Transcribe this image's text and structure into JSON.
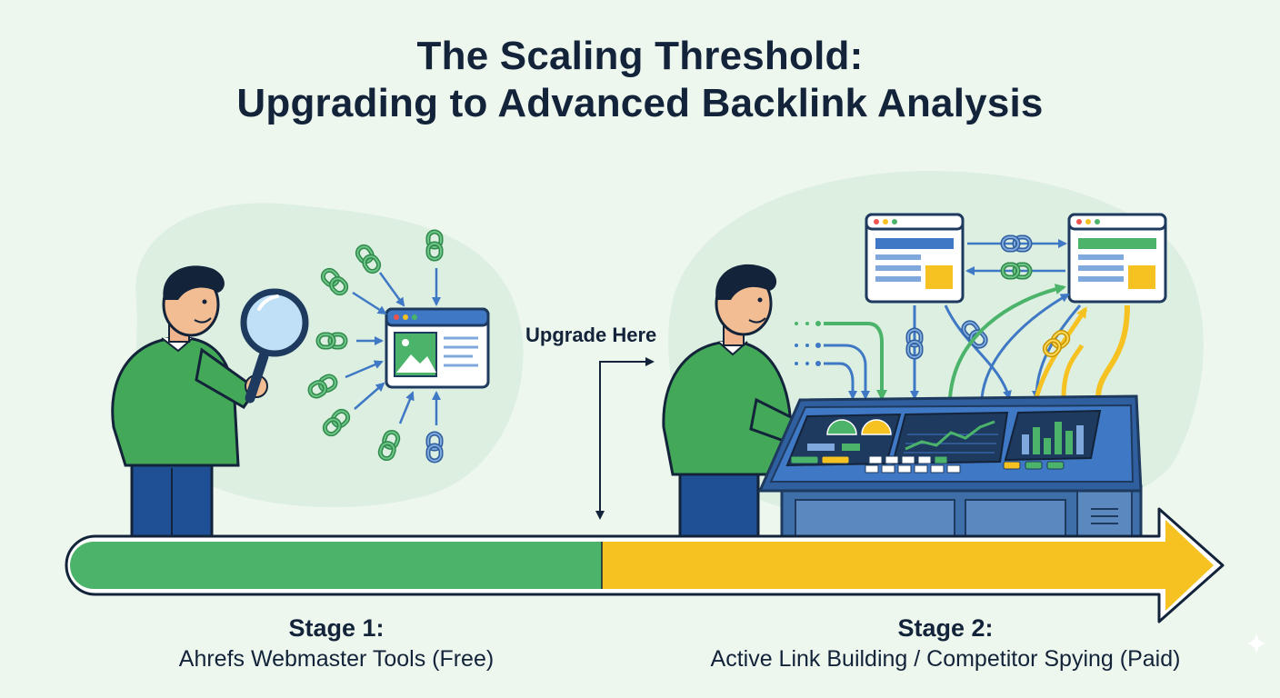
{
  "title": {
    "line1": "The Scaling Threshold:",
    "line2": "Upgrading to Advanced Backlink Analysis"
  },
  "upgrade_label": "Upgrade Here",
  "stages": [
    {
      "heading": "Stage 1:",
      "description": "Ahrefs Webmaster Tools (Free)",
      "color": "#4cb46a"
    },
    {
      "heading": "Stage 2:",
      "description": "Active Link Building / Competitor Spying (Paid)",
      "color": "#f6c221"
    }
  ],
  "colors": {
    "background": "#eef7ee",
    "blob": "#dcefe0",
    "navy": "#1e3a5f",
    "green": "#4cb46a",
    "yellow": "#f6c221",
    "blue": "#3f78c4",
    "text": "#13233a"
  },
  "icons": [
    "magnifier-icon",
    "chain-link-icon",
    "browser-window-icon",
    "image-icon",
    "control-console-icon",
    "gauge-icon",
    "line-chart-icon",
    "bar-chart-icon"
  ]
}
